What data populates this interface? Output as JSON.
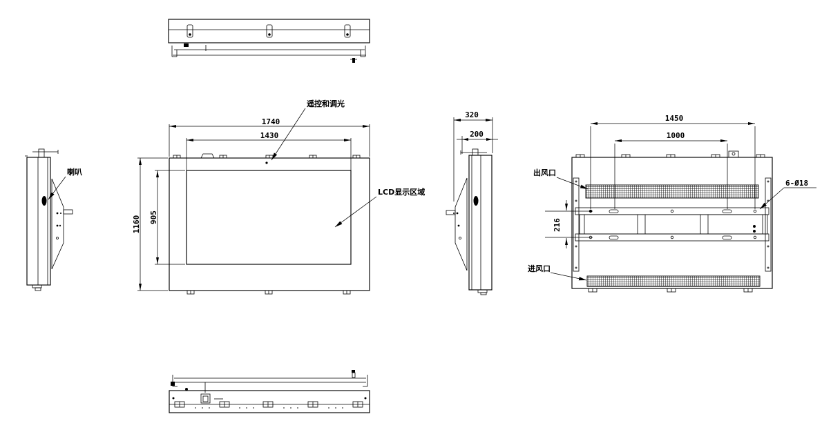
{
  "colors": {
    "line": "#000000",
    "background": "#ffffff"
  },
  "front_view": {
    "dim_width_overall": "1740",
    "dim_width_lcd": "1430",
    "dim_height_overall": "1160",
    "dim_height_lcd": "905",
    "label_remote_dimming": "遥控和调光",
    "label_lcd_area": "LCD显示区域"
  },
  "left_side_view": {
    "label_speaker": "喇叭"
  },
  "right_side_view": {
    "dim_depth_overall": "320",
    "dim_depth_body": "200"
  },
  "back_view": {
    "dim_span_mounting_holes": "1450",
    "dim_span_inner": "1000",
    "dim_rail_spacing": "216",
    "label_air_outlet": "出风口",
    "label_air_inlet": "进风口",
    "label_mounting_holes": "6-Ø18"
  }
}
